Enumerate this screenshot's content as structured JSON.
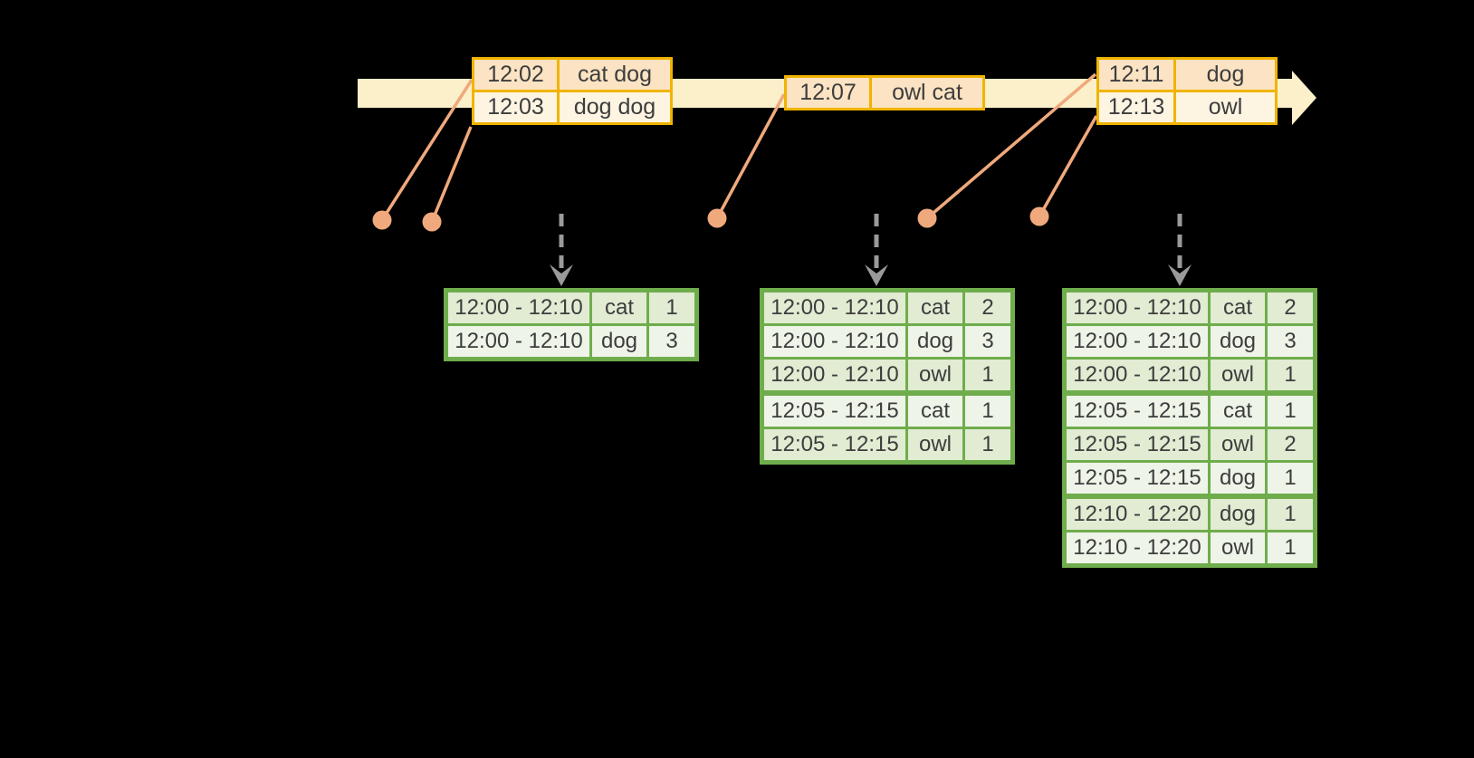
{
  "diagram_type": "streaming-windowed-aggregation-timeline",
  "colors": {
    "background": "#000000",
    "timeline_band": "#fbf0ca",
    "event_box_border": "#f0b400",
    "event_row_odd": "#fbe3c3",
    "event_row_even": "#fdf4e2",
    "event_marker": "#f0a97c",
    "trigger_arrow": "#9a9a9a",
    "result_border": "#6fad4c",
    "result_row_odd": "#e1ecd3",
    "result_row_even": "#eef4e8",
    "text": "#3d3d3d"
  },
  "events": [
    {
      "rows": [
        {
          "time": "12:02",
          "words": "cat dog"
        },
        {
          "time": "12:03",
          "words": "dog dog"
        }
      ]
    },
    {
      "rows": [
        {
          "time": "12:07",
          "words": "owl cat"
        }
      ]
    },
    {
      "rows": [
        {
          "time": "12:11",
          "words": "dog"
        },
        {
          "time": "12:13",
          "words": "owl"
        }
      ]
    }
  ],
  "result_tables": [
    {
      "rows": [
        [
          "12:00 - 12:10",
          "cat",
          "1"
        ],
        [
          "12:00 - 12:10",
          "dog",
          "3"
        ]
      ]
    },
    {
      "rows": [
        [
          "12:00 - 12:10",
          "cat",
          "2"
        ],
        [
          "12:00 - 12:10",
          "dog",
          "3"
        ],
        [
          "12:00 - 12:10",
          "owl",
          "1"
        ],
        [
          "12:05 - 12:15",
          "cat",
          "1"
        ],
        [
          "12:05 - 12:15",
          "owl",
          "1"
        ]
      ]
    },
    {
      "rows": [
        [
          "12:00 - 12:10",
          "cat",
          "2"
        ],
        [
          "12:00 - 12:10",
          "dog",
          "3"
        ],
        [
          "12:00 - 12:10",
          "owl",
          "1"
        ],
        [
          "12:05 - 12:15",
          "cat",
          "1"
        ],
        [
          "12:05 - 12:15",
          "owl",
          "2"
        ],
        [
          "12:05 - 12:15",
          "dog",
          "1"
        ],
        [
          "12:10 - 12:20",
          "dog",
          "1"
        ],
        [
          "12:10 - 12:20",
          "owl",
          "1"
        ]
      ]
    }
  ]
}
